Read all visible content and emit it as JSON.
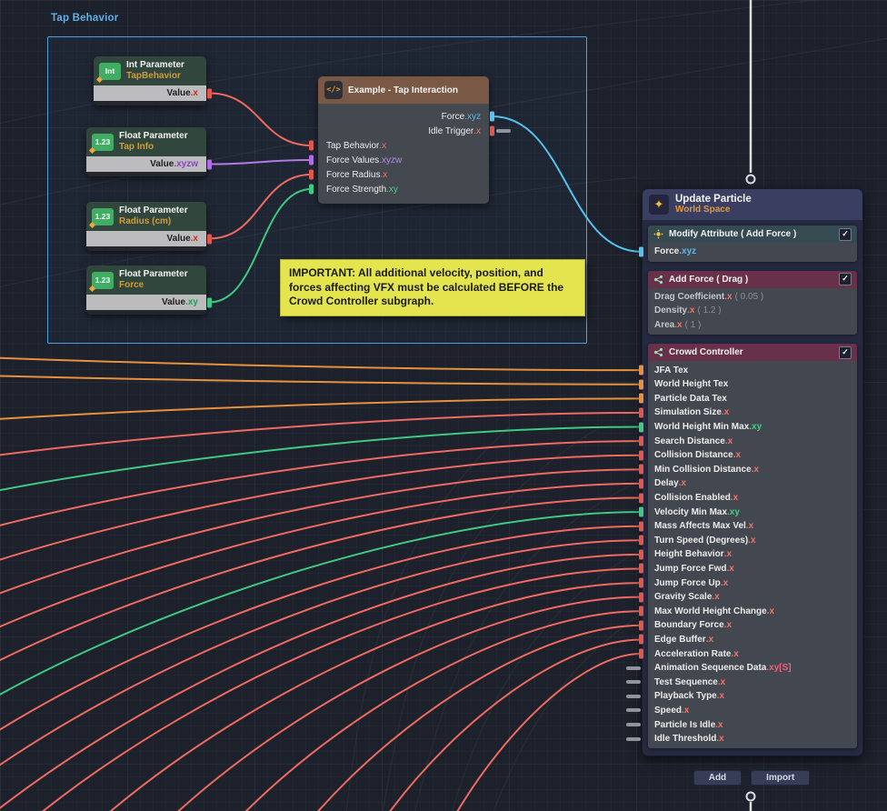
{
  "group": {
    "title": "Tap Behavior"
  },
  "params": [
    {
      "badge": "Int",
      "type": "Int Parameter",
      "name": "TapBehavior",
      "value_label": "Value",
      "suffix": ".x",
      "port_type": "float"
    },
    {
      "badge": "1.23",
      "type": "Float Parameter",
      "name": "Tap Info",
      "value_label": "Value",
      "suffix": ".xyzw",
      "port_type": "vec4"
    },
    {
      "badge": "1.23",
      "type": "Float Parameter",
      "name": "Radius (cm)",
      "value_label": "Value",
      "suffix": ".x",
      "port_type": "float"
    },
    {
      "badge": "1.23",
      "type": "Float Parameter",
      "name": "Force",
      "value_label": "Value",
      "suffix": ".xy",
      "port_type": "vec2"
    }
  ],
  "example_node": {
    "icon": "</>",
    "title": "Example - Tap Interaction",
    "outputs": [
      {
        "label": "Force",
        "suffix": ".xyz",
        "type": "vec3",
        "stub": false
      },
      {
        "label": "Idle Trigger",
        "suffix": ".x",
        "type": "float",
        "stub": true
      }
    ],
    "inputs": [
      {
        "label": "Tap Behavior",
        "suffix": ".x",
        "type": "float"
      },
      {
        "label": "Force Values",
        "suffix": ".xyzw",
        "type": "vec4"
      },
      {
        "label": "Force Radius",
        "suffix": ".x",
        "type": "float"
      },
      {
        "label": "Force Strength",
        "suffix": ".xy",
        "type": "vec2"
      }
    ]
  },
  "note": {
    "text": "IMPORTANT: All additional velocity, position, and forces affecting VFX must be calculated BEFORE the Crowd Controller subgraph."
  },
  "context": {
    "title": "Update Particle",
    "subtitle": "World Space",
    "blocks": [
      {
        "title": "Modify Attribute ( Add Force )",
        "icon": "attribute",
        "style": "teal",
        "checked": true,
        "rows": [
          {
            "label": "Force",
            "suffix": ".xyz",
            "type": "vec3",
            "connected": true
          }
        ]
      },
      {
        "title": "Add Force ( Drag )",
        "icon": "subgraph",
        "style": "maroon",
        "checked": true,
        "rows": [
          {
            "label": "Drag Coefficient",
            "suffix": ".x",
            "type": "float",
            "value": "( 0.05 )",
            "dim": true
          },
          {
            "label": "Density",
            "suffix": ".x",
            "type": "float",
            "value": "( 1.2 )",
            "dim": true
          },
          {
            "label": "Area",
            "suffix": ".x",
            "type": "float",
            "value": "( 1 )",
            "dim": true
          }
        ]
      },
      {
        "title": "Crowd Controller",
        "icon": "subgraph",
        "style": "maroon",
        "checked": true,
        "rows": [
          {
            "label": "JFA Tex",
            "suffix": "",
            "type": "texture",
            "connected": true
          },
          {
            "label": "World Height Tex",
            "suffix": "",
            "type": "texture",
            "connected": true
          },
          {
            "label": "Particle Data Tex",
            "suffix": "",
            "type": "texture",
            "connected": true
          },
          {
            "label": "Simulation Size",
            "suffix": ".x",
            "type": "float",
            "connected": true
          },
          {
            "label": "World Height Min Max",
            "suffix": ".xy",
            "type": "vec2",
            "connected": true
          },
          {
            "label": "Search Distance",
            "suffix": ".x",
            "type": "float",
            "connected": true
          },
          {
            "label": "Collision Distance",
            "suffix": ".x",
            "type": "float",
            "connected": true
          },
          {
            "label": "Min Collision Distance",
            "suffix": ".x",
            "type": "float",
            "connected": true
          },
          {
            "label": "Delay",
            "suffix": ".x",
            "type": "float",
            "connected": true
          },
          {
            "label": "Collision Enabled",
            "suffix": ".x",
            "type": "float",
            "connected": true
          },
          {
            "label": "Velocity Min Max",
            "suffix": ".xy",
            "type": "vec2",
            "connected": true
          },
          {
            "label": "Mass Affects Max Vel",
            "suffix": ".x",
            "type": "float",
            "connected": true
          },
          {
            "label": "Turn Speed (Degrees)",
            "suffix": ".x",
            "type": "float",
            "connected": true
          },
          {
            "label": "Height Behavior",
            "suffix": ".x",
            "type": "float",
            "connected": true
          },
          {
            "label": "Jump Force Fwd",
            "suffix": ".x",
            "type": "float",
            "connected": true
          },
          {
            "label": "Jump Force Up",
            "suffix": ".x",
            "type": "float",
            "connected": true
          },
          {
            "label": "Gravity Scale",
            "suffix": ".x",
            "type": "float",
            "connected": true
          },
          {
            "label": "Max World Height Change",
            "suffix": ".x",
            "type": "float",
            "connected": true
          },
          {
            "label": "Boundary Force",
            "suffix": ".x",
            "type": "float",
            "connected": true
          },
          {
            "label": "Edge Buffer",
            "suffix": ".x",
            "type": "float",
            "connected": true
          },
          {
            "label": "Acceleration Rate",
            "suffix": ".x",
            "type": "float",
            "connected": true
          },
          {
            "label": "Animation Sequence Data",
            "suffix": ".xy[S]",
            "type": "seq",
            "stub": true
          },
          {
            "label": "Test Sequence",
            "suffix": ".x",
            "type": "float",
            "stub": true
          },
          {
            "label": "Playback Type",
            "suffix": ".x",
            "type": "float",
            "stub": true
          },
          {
            "label": "Speed",
            "suffix": ".x",
            "type": "float",
            "stub": true
          },
          {
            "label": "Particle Is Idle",
            "suffix": ".x",
            "type": "float",
            "stub": true
          },
          {
            "label": "Idle Threshold",
            "suffix": ".x",
            "type": "float",
            "stub": true
          }
        ]
      }
    ],
    "buttons": {
      "add": "Add",
      "import": "Import"
    }
  },
  "colors": {
    "float": "#ef6a61",
    "vec2": "#3fc983",
    "vec3": "#55c2ee",
    "vec4": "#b47ae8",
    "texture": "#e8913c",
    "flow": "#dedede"
  }
}
